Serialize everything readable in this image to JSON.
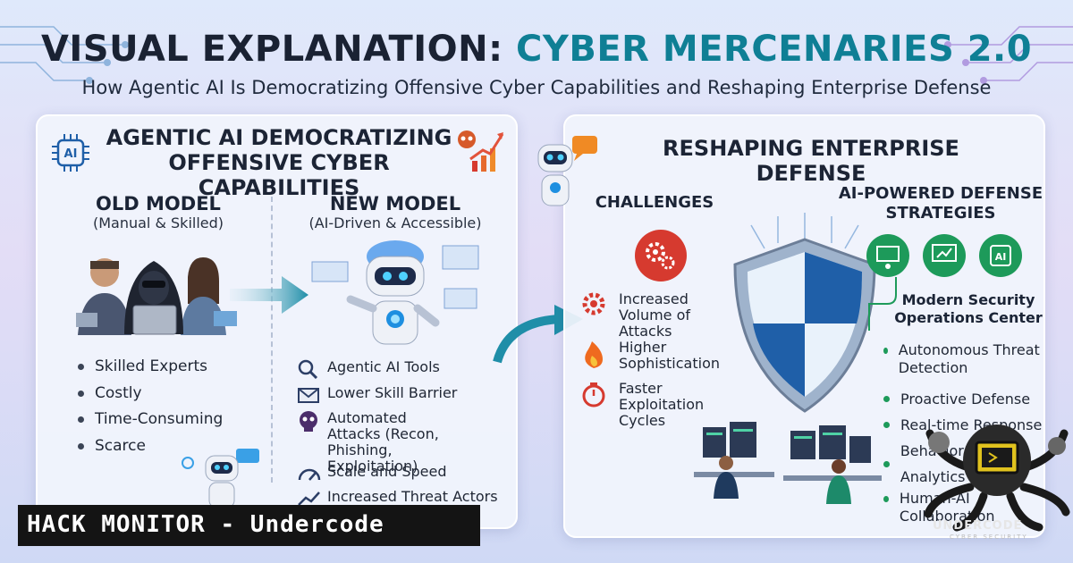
{
  "header": {
    "title_part1": "VISUAL EXPLANATION:",
    "title_part2": "CYBER MERCENARIES 2.0",
    "subtitle": "How Agentic AI Is Democratizing Offensive Cyber Capabilities and Reshaping Enterprise Defense"
  },
  "left_panel": {
    "heading": "AGENTIC AI DEMOCRATIZING OFFENSIVE CYBER CAPABILITIES",
    "ai_badge": "AI",
    "old_model": {
      "title": "OLD MODEL",
      "subtitle": "(Manual & Skilled)",
      "bullets": [
        "Skilled Experts",
        "Costly",
        "Time-Consuming",
        "Scarce"
      ]
    },
    "new_model": {
      "title": "NEW MODEL",
      "subtitle": "(AI-Driven & Accessible)",
      "items": [
        {
          "icon": "magnifier-icon",
          "text": "Agentic AI Tools"
        },
        {
          "icon": "envelope-icon",
          "text": "Lower Skill Barrier"
        },
        {
          "icon": "skull-icon",
          "text": "Automated Attacks (Recon, Phishing, Exploitation)"
        },
        {
          "icon": "speedometer-icon",
          "text": "Scale and Speed"
        },
        {
          "icon": "trend-icon",
          "text": "Increased Threat Actors"
        }
      ]
    }
  },
  "right_panel": {
    "heading": "RESHAPING ENTERPRISE DEFENSE",
    "challenges": {
      "title": "CHALLENGES",
      "items": [
        {
          "icon": "gear-icon",
          "text": "Increased Volume of Attacks"
        },
        {
          "icon": "flame-icon",
          "text": "Higher Sophistication"
        },
        {
          "icon": "stopwatch-icon",
          "text": "Faster Exploitation Cycles"
        }
      ]
    },
    "defense": {
      "title": "AI-POWERED DEFENSE STRATEGIES",
      "soc": "Modern Security Operations Center",
      "ai_badge": "AI",
      "bullets": [
        "Autonomous Threat Detection",
        "Proactive Defense",
        "Real-time Response",
        "Behavioral Analytics",
        "Human-AI Collaboration"
      ]
    }
  },
  "banner": {
    "text": "HACK MONITOR - Undercode"
  },
  "logo": {
    "name": "UNDERCODE",
    "tagline": "CYBER SECURITY"
  },
  "colors": {
    "teal": "#0f7f95",
    "dark": "#1a2233",
    "alert_red": "#d63a2f",
    "defense_green": "#1d9a5a",
    "shield_blue": "#1f5fa8"
  }
}
